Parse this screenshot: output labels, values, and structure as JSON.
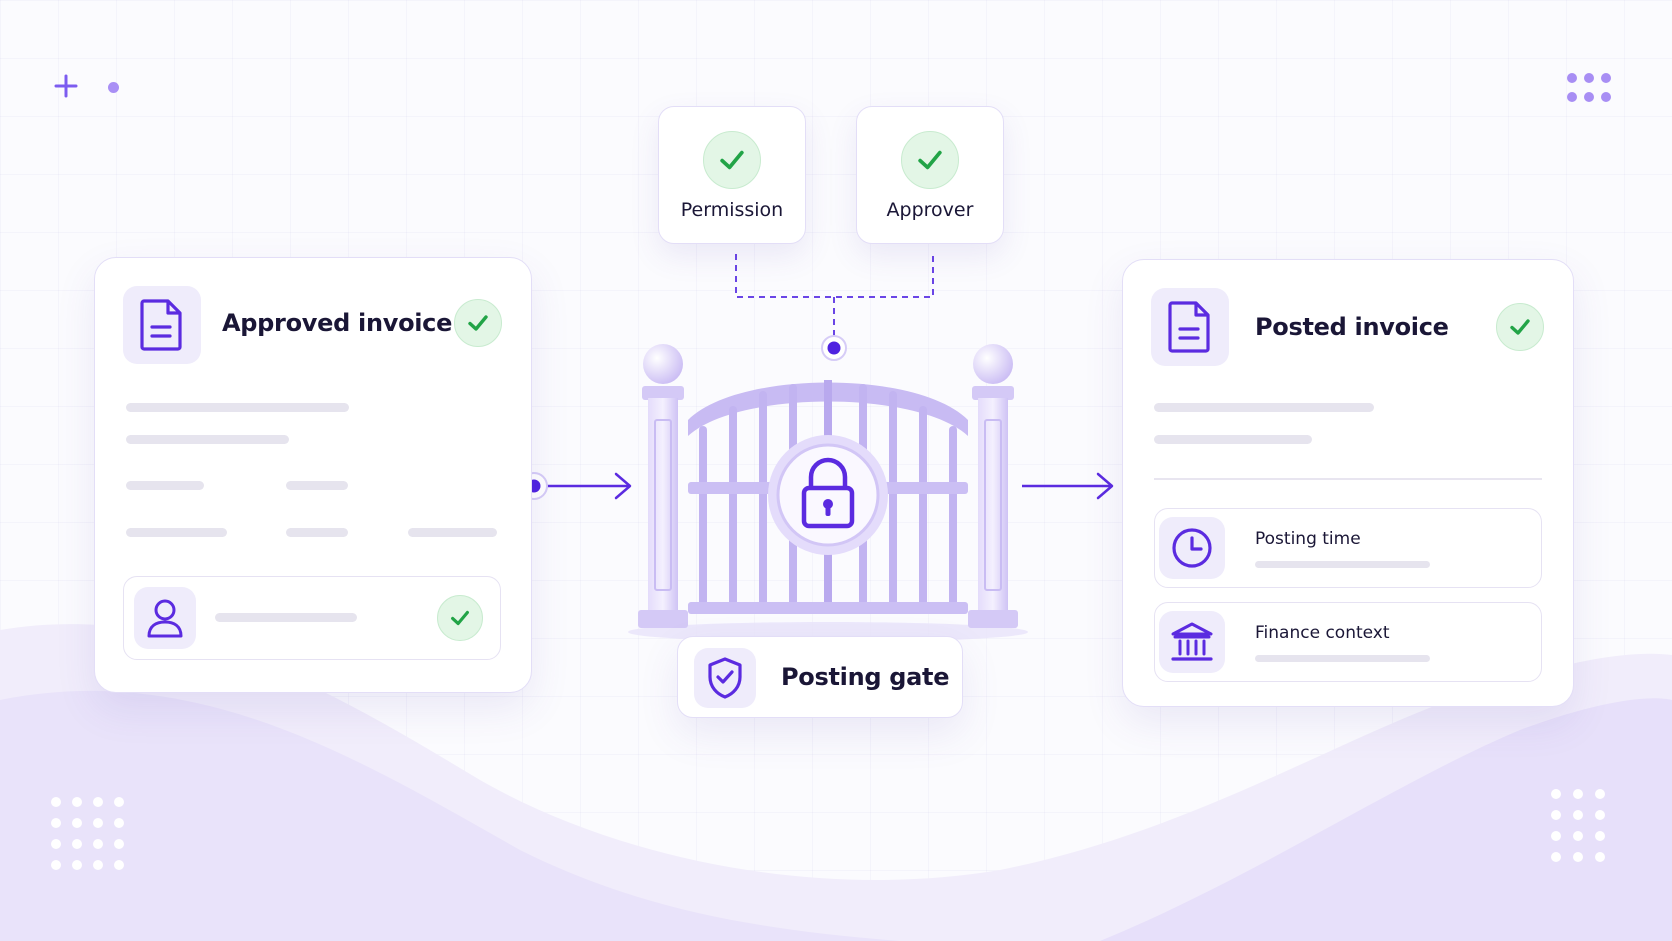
{
  "left_card": {
    "title": "Approved invoice",
    "icon": "document-icon",
    "status_icon": "check-icon",
    "approver_row_icon": "user-icon"
  },
  "checks": [
    {
      "label": "Permission",
      "icon": "check-icon"
    },
    {
      "label": "Approver",
      "icon": "check-icon"
    }
  ],
  "gate": {
    "label": "Posting gate",
    "icon": "shield-check-icon",
    "lock_icon": "padlock-icon"
  },
  "right_card": {
    "title": "Posted invoice",
    "icon": "document-icon",
    "status_icon": "check-icon",
    "rows": [
      {
        "label": "Posting time",
        "icon": "clock-icon"
      },
      {
        "label": "Finance context",
        "icon": "bank-icon"
      }
    ]
  },
  "colors": {
    "accent": "#5b2be0",
    "success": "#22a447",
    "success_bg": "#e3f6e6",
    "tile_bg": "#efecfb"
  }
}
